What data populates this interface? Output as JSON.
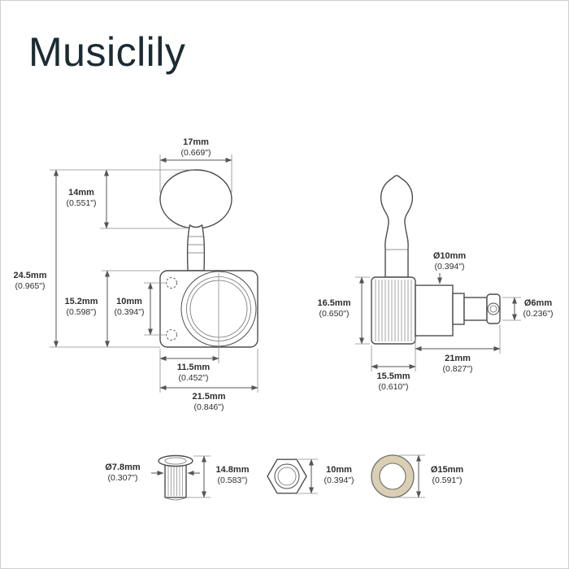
{
  "brand": "Musiclily",
  "front_view": {
    "button_width": {
      "mm": "17mm",
      "inch": "(0.669\")"
    },
    "button_height": {
      "mm": "14mm",
      "inch": "(0.551\")"
    },
    "overall_height": {
      "mm": "24.5mm",
      "inch": "(0.965\")"
    },
    "housing_height": {
      "mm": "15.2mm",
      "inch": "(0.598\")"
    },
    "screw_spacing": {
      "mm": "10mm",
      "inch": "(0.394\")"
    },
    "post_offset": {
      "mm": "11.5mm",
      "inch": "(0.452\")"
    },
    "housing_width": {
      "mm": "21.5mm",
      "inch": "(0.846\")"
    }
  },
  "side_view": {
    "bushing_diameter": {
      "mm": "Ø10mm",
      "inch": "(0.394\")"
    },
    "knob_height": {
      "mm": "16.5mm",
      "inch": "(0.650\")"
    },
    "post_diameter": {
      "mm": "Ø6mm",
      "inch": "(0.236\")"
    },
    "post_length": {
      "mm": "21mm",
      "inch": "(0.827\")"
    },
    "knob_width": {
      "mm": "15.5mm",
      "inch": "(0.610\")"
    }
  },
  "hardware": {
    "ferrule_diameter": {
      "mm": "Ø7.8mm",
      "inch": "(0.307\")"
    },
    "ferrule_height": {
      "mm": "14.8mm",
      "inch": "(0.583\")"
    },
    "nut_size": {
      "mm": "10mm",
      "inch": "(0.394\")"
    },
    "washer_diameter": {
      "mm": "Ø15mm",
      "inch": "(0.591\")"
    }
  }
}
